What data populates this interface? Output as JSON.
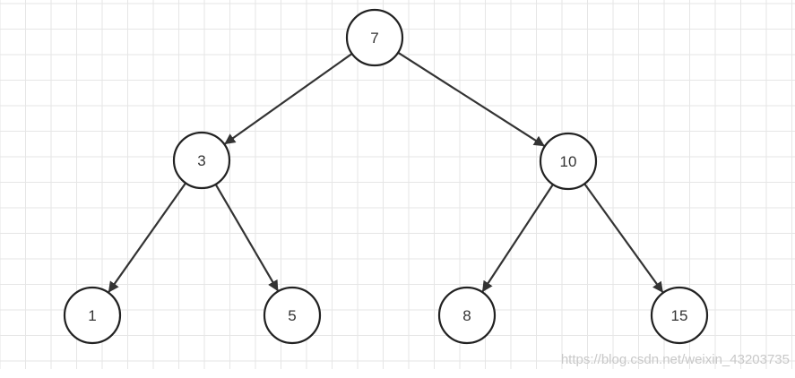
{
  "diagram": {
    "type": "binary-tree",
    "nodes": [
      {
        "id": "n7",
        "label": "7"
      },
      {
        "id": "n3",
        "label": "3"
      },
      {
        "id": "n10",
        "label": "10"
      },
      {
        "id": "n1",
        "label": "1"
      },
      {
        "id": "n5",
        "label": "5"
      },
      {
        "id": "n8",
        "label": "8"
      },
      {
        "id": "n15",
        "label": "15"
      }
    ],
    "edges": [
      {
        "from": "n7",
        "to": "n3"
      },
      {
        "from": "n7",
        "to": "n10"
      },
      {
        "from": "n3",
        "to": "n1"
      },
      {
        "from": "n3",
        "to": "n5"
      },
      {
        "from": "n10",
        "to": "n8"
      },
      {
        "from": "n10",
        "to": "n15"
      }
    ]
  },
  "colors": {
    "grid": "#e6e6e6",
    "node_stroke": "#222222",
    "node_fill": "#ffffff",
    "edge": "#333333",
    "text": "#333333",
    "watermark": "#c8c8c8"
  },
  "watermark": {
    "text": "https://blog.csdn.net/weixin_43203735"
  }
}
